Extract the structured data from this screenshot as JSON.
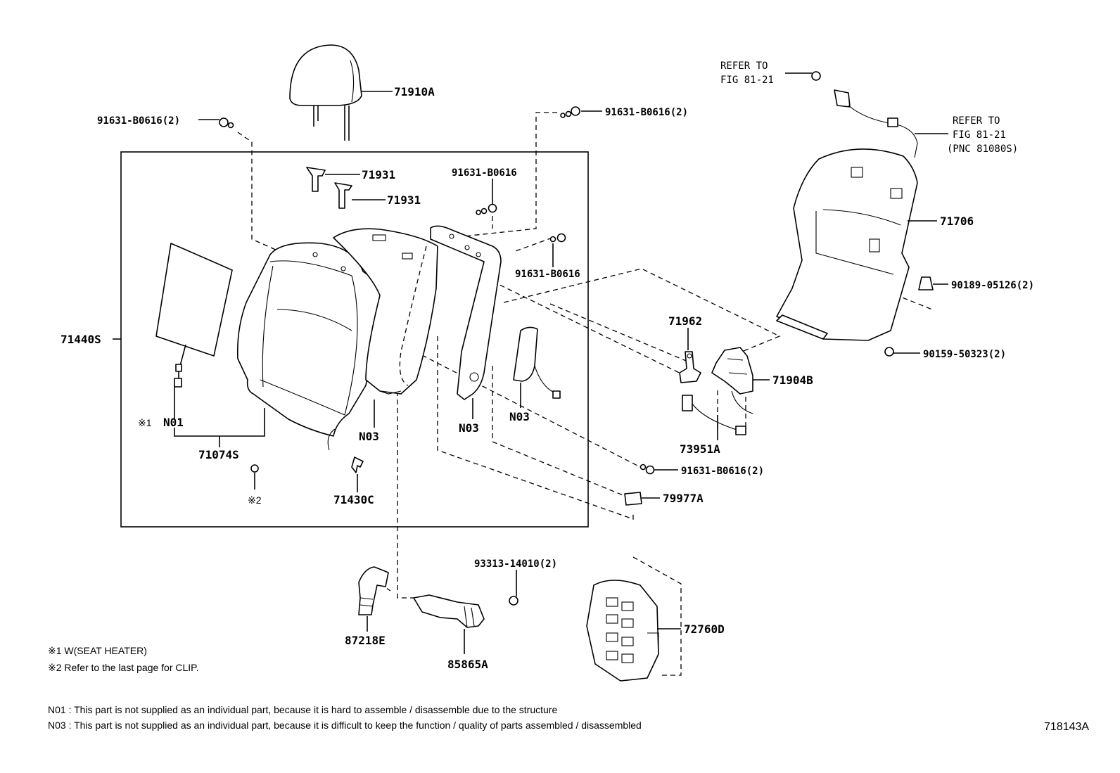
{
  "callouts": {
    "c_71910A": "71910A",
    "c_91631_l": "91631-B0616(2)",
    "c_91631_tr": "91631-B0616(2)",
    "c_71931_a": "71931",
    "c_71931_b": "71931",
    "c_91631_m1": "91631-B0616",
    "c_91631_m2": "91631-B0616",
    "c_71440S": "71440S",
    "c_N01": "N01",
    "c_71074S": "71074S",
    "c_N03_a": "N03",
    "c_N03_b": "N03",
    "c_N03_c": "N03",
    "c_71430C": "71430C",
    "c_71962": "71962",
    "c_71904B": "71904B",
    "c_73951A": "73951A",
    "c_91631_lr": "91631-B0616(2)",
    "c_79977A": "79977A",
    "c_93313": "93313-14010(2)",
    "c_87218E": "87218E",
    "c_85865A": "85865A",
    "c_72760D": "72760D",
    "c_71706": "71706",
    "c_90189": "90189-05126(2)",
    "c_90159": "90159-50323(2)"
  },
  "refers": {
    "ref1_line1": "REFER TO",
    "ref1_line2": "FIG 81-21",
    "ref2_line1": "REFER TO",
    "ref2_line2": "FIG 81-21",
    "ref2_line3": "(PNC 81080S)"
  },
  "markers": {
    "mark1": "※1",
    "mark2": "※2"
  },
  "notes": {
    "note1": "※1  W(SEAT HEATER)",
    "note2": "※2  Refer to the last page for CLIP.",
    "n01": "N01 : This part is not supplied as an individual part, because it is hard to assemble / disassemble due to the structure",
    "n03": "N03 : This part is not supplied as an individual part, because it is difficult to keep the function / quality of parts assembled / disassembled"
  },
  "figure_id": "718143A"
}
